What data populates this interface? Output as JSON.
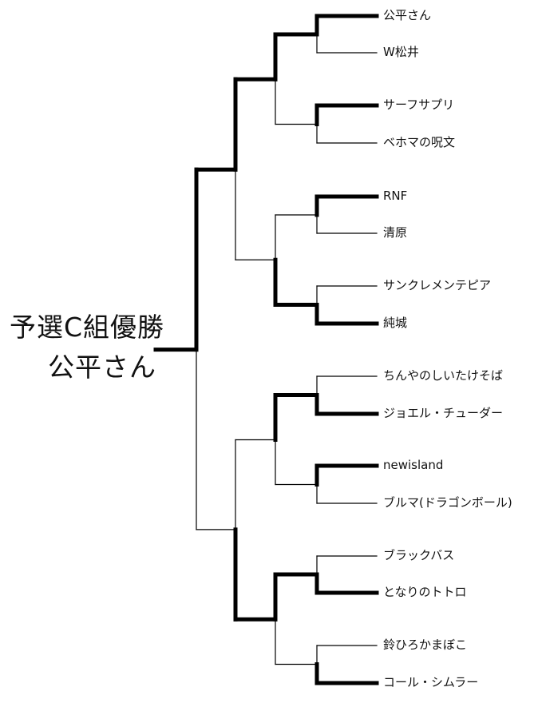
{
  "champion": {
    "title": "予選C組優勝",
    "name": "公平さん"
  },
  "bracket": {
    "entrants": [
      "公平さん",
      "W松井",
      "サーフサプリ",
      "ベホマの呪文",
      "RNF",
      "清原",
      "サンクレメンテピア",
      "純城",
      "ちんやのしいたけそば",
      "ジョエル・チューダー",
      "newisland",
      "ブルマ(ドラゴンボール)",
      "ブラックバス",
      "となりのトトロ",
      "鈴ひろかまぼこ",
      "コール・シムラー"
    ],
    "winners": {
      "round1": [
        0,
        2,
        4,
        7,
        9,
        10,
        13,
        15
      ],
      "round2": [
        0,
        7,
        9,
        13
      ],
      "round3": [
        0,
        13
      ],
      "final": 0
    }
  },
  "colors": {
    "line": "#000000",
    "text": "#111111"
  }
}
